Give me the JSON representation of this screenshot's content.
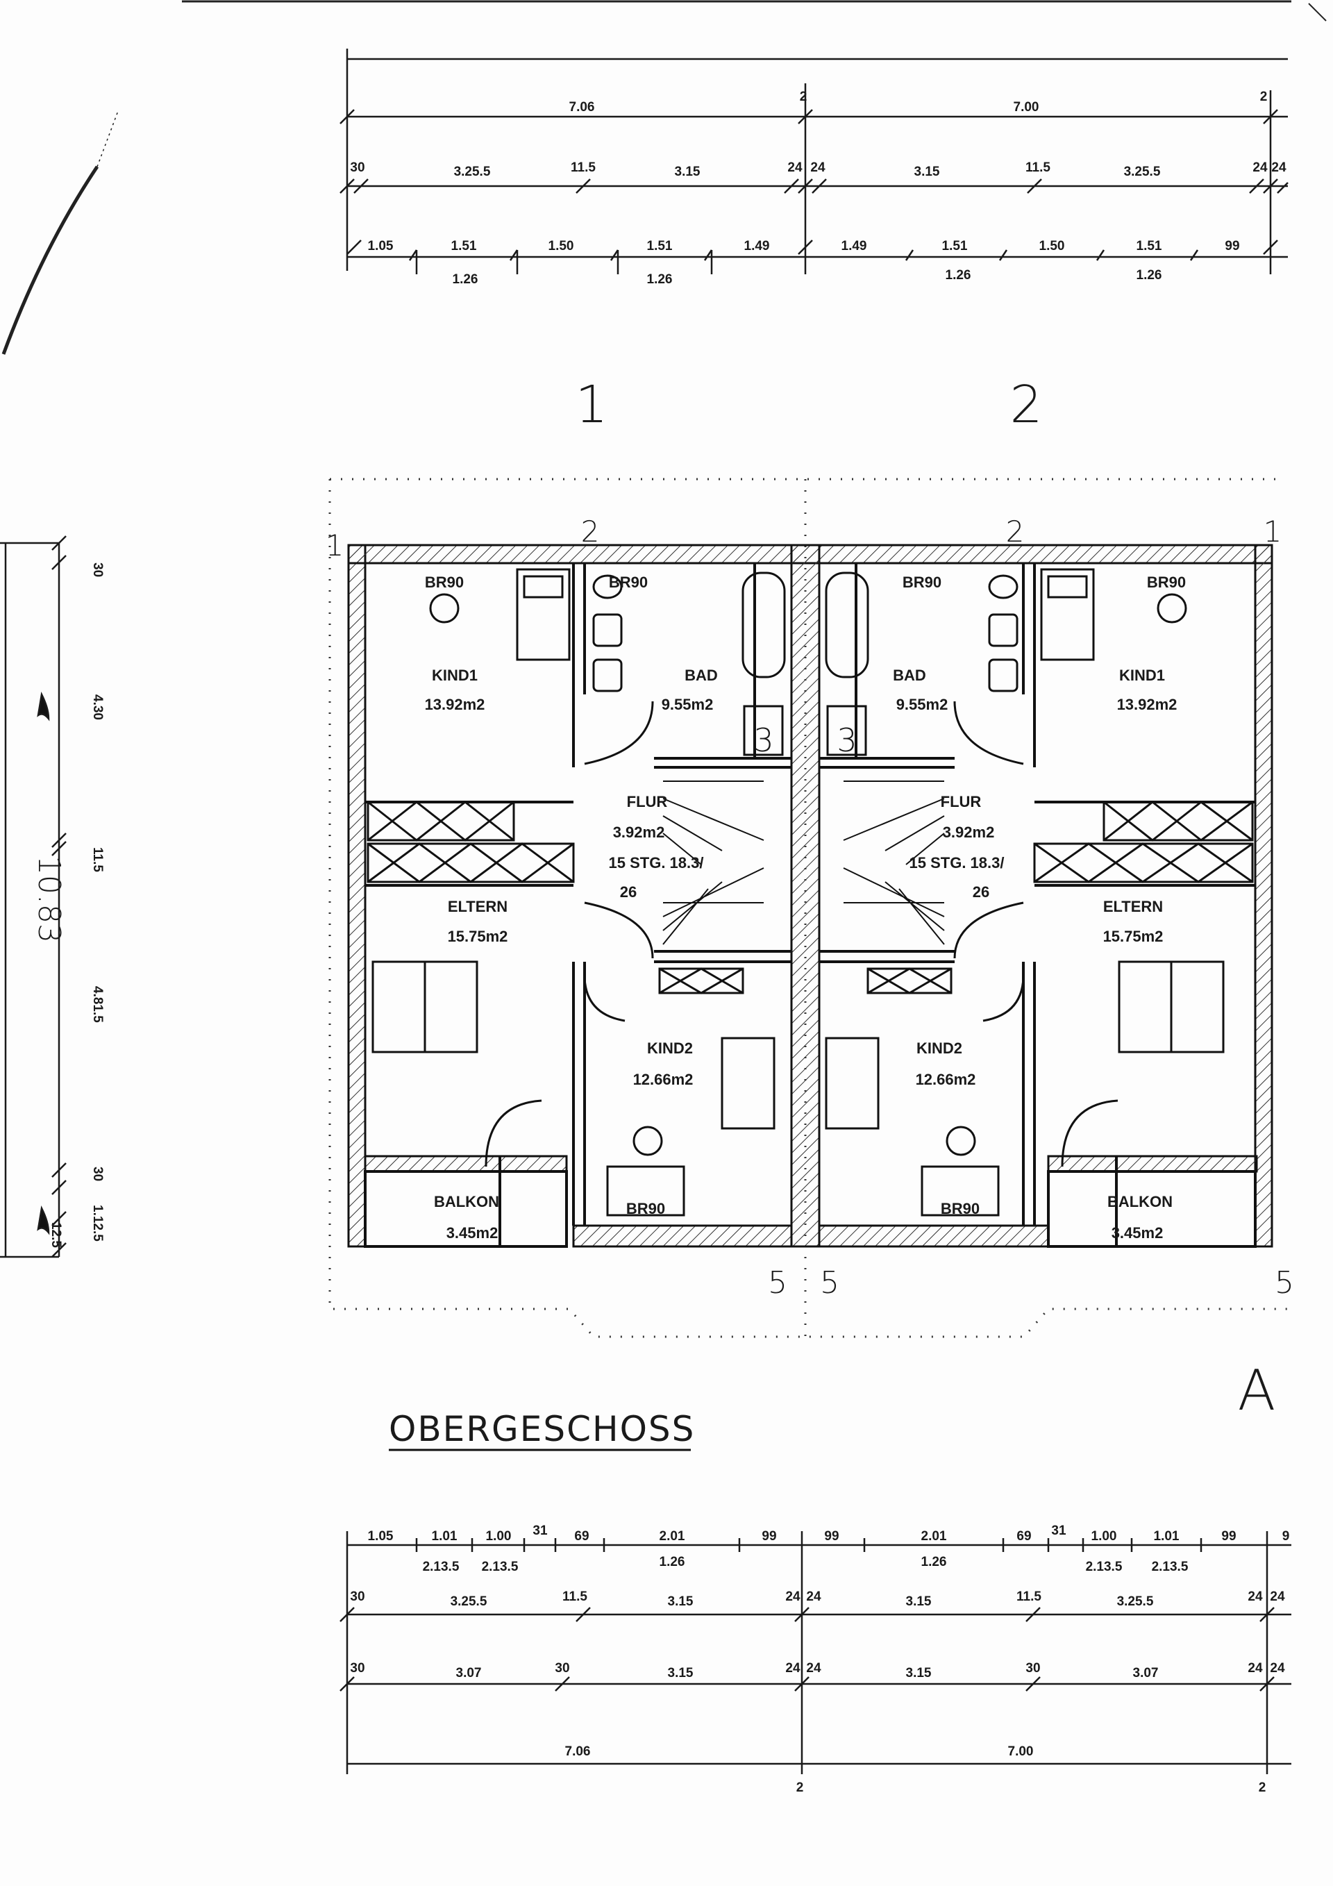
{
  "title": "OBERGESCHOSS",
  "house_numbers": [
    "1",
    "2"
  ],
  "corner_marks": [
    "2",
    "2",
    "1",
    "1"
  ],
  "section_mark": "A",
  "door_marks": [
    "5",
    "5",
    "5"
  ],
  "top_dims": {
    "row1": [
      "7.06",
      "2",
      "7.00",
      "2"
    ],
    "row2": [
      "30",
      "3.25.5",
      "11.5",
      "3.15",
      "24",
      "24",
      "3.15",
      "11.5",
      "3.25.5",
      "24",
      "24"
    ],
    "row3": [
      "1.05",
      "1.51",
      "1.50",
      "1.51",
      "1.49",
      "1.49",
      "1.51",
      "1.50",
      "1.51",
      "99"
    ],
    "row4": [
      "1.26",
      "1.26",
      "1.26",
      "1.26"
    ]
  },
  "bottom_dims": {
    "row1": [
      "1.05",
      "1.01",
      "1.00",
      "31",
      "69",
      "2.01",
      "99",
      "99",
      "2.01",
      "69",
      "31",
      "1.00",
      "1.01",
      "99",
      "9"
    ],
    "row1b": [
      "2.13.5",
      "2.13.5",
      "1.26",
      "1.26",
      "2.13.5",
      "2.13.5"
    ],
    "row2": [
      "30",
      "3.25.5",
      "11.5",
      "3.15",
      "24",
      "24",
      "3.15",
      "11.5",
      "3.25.5",
      "24",
      "24"
    ],
    "row3": [
      "30",
      "3.07",
      "30",
      "3.15",
      "24",
      "24",
      "3.15",
      "30",
      "3.07",
      "24",
      "24"
    ],
    "row4": [
      "7.06",
      "7.00"
    ],
    "row5": [
      "2",
      "2"
    ]
  },
  "left_dims": {
    "total": "10.83",
    "segments": [
      "30",
      "4.30",
      "11.5",
      "4.81.5",
      "30",
      "1.12.5",
      "12.5"
    ]
  },
  "rooms": {
    "kind1_left": {
      "name": "KIND1",
      "area": "13.92m2"
    },
    "bad_left": {
      "name": "BAD",
      "area": "9.55m2"
    },
    "flur_left": {
      "name": "FLUR",
      "area": "3.92m2",
      "stairs": "15  STG. 18.3/",
      "stairs2": "26"
    },
    "eltern_left": {
      "name": "ELTERN",
      "area": "15.75m2"
    },
    "kind2_left": {
      "name": "KIND2",
      "area": "12.66m2"
    },
    "balkon_left": {
      "name": "BALKON",
      "area": "3.45m2"
    },
    "kind1_right": {
      "name": "KIND1",
      "area": "13.92m2"
    },
    "bad_right": {
      "name": "BAD",
      "area": "9.55m2"
    },
    "flur_right": {
      "name": "FLUR",
      "area": "3.92m2",
      "stairs": "15  STG. 18.3/",
      "stairs2": "26"
    },
    "eltern_right": {
      "name": "ELTERN",
      "area": "15.75m2"
    },
    "kind2_right": {
      "name": "KIND2",
      "area": "12.66m2"
    },
    "balkon_right": {
      "name": "BALKON",
      "area": "3.45m2"
    }
  },
  "fixture_labels": [
    "BR90",
    "BR90",
    "BR90",
    "BR90",
    "BR90",
    "BR90"
  ],
  "shower_labels": [
    "3",
    "3"
  ]
}
